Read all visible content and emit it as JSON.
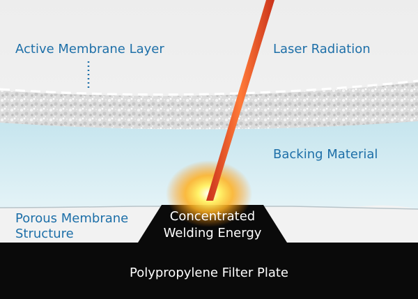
{
  "labels": {
    "active_membrane_layer": "Active Membrane Layer",
    "laser_radiation": "Laser Radiation",
    "backing_material": "Backing Material",
    "porous_membrane_line1": "Porous Membrane",
    "porous_membrane_line2": "Structure",
    "weld_line1": "Concentrated",
    "weld_line2": "Welding Energy",
    "filter_plate": "Polypropylene Filter Plate"
  },
  "colors": {
    "label_blue": "#1d6fa8",
    "laser": "#e8501e",
    "backing": "#cfeaf2",
    "plate": "#0a0a0a",
    "glow": "#ffe23a"
  }
}
